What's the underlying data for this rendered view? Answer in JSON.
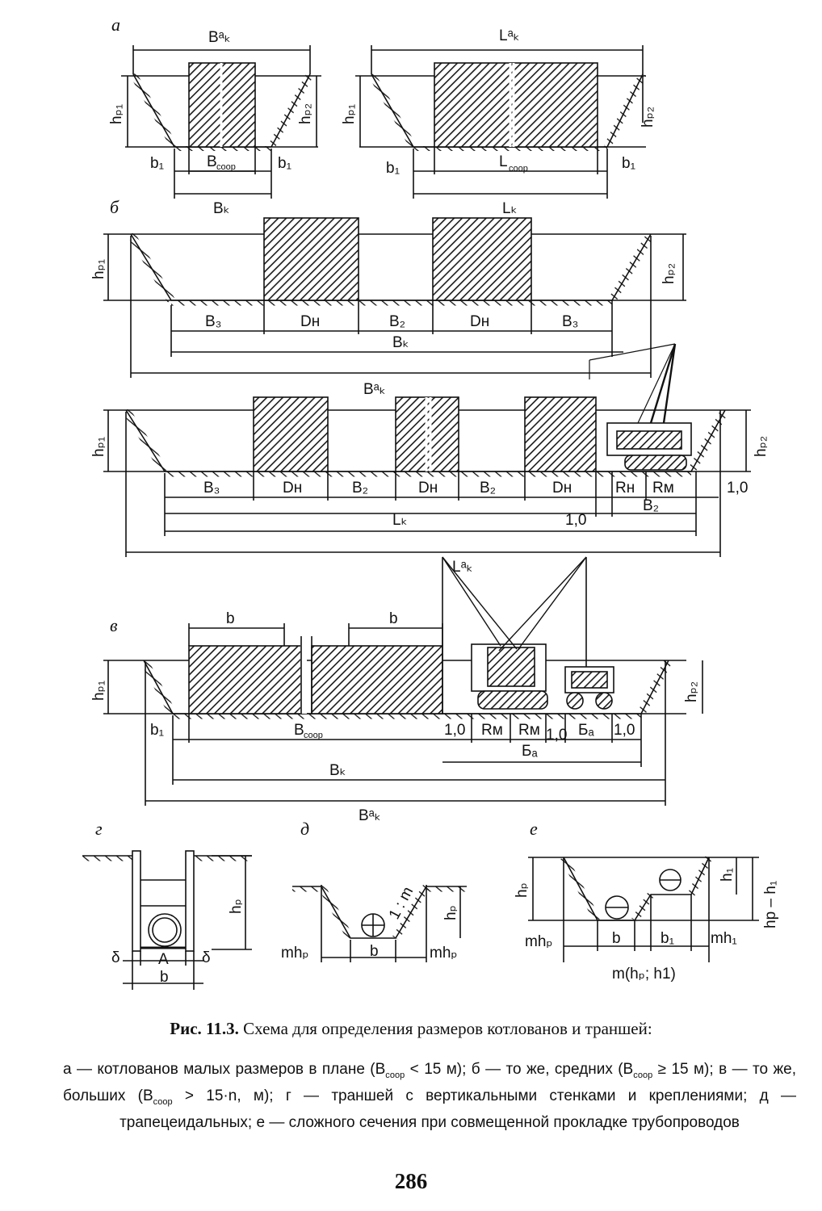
{
  "panels": {
    "a": "а",
    "b": "б",
    "v": "в",
    "g": "г",
    "d": "д",
    "e": "е"
  },
  "labels": {
    "Bk_star": "Bᵃₖ",
    "Lk_star": "Lᵃₖ",
    "Bk": "Bₖ",
    "Lk": "Lₖ",
    "B_coop": "B",
    "L_coop": "L",
    "coop": "coop",
    "hp1": "hₚ₁",
    "hp2": "hₚ₂",
    "hp": "hₚ",
    "b1": "b₁",
    "B3": "B₃",
    "B2": "B₂",
    "DH": "Dн",
    "RH": "Rн",
    "RM": "Rм",
    "one": "1,0",
    "b": "b",
    "Ba": "Бₐ",
    "A": "A",
    "delta": "δ",
    "slope": "1 : m",
    "mhp": "mhₚ",
    "h1": "h₁",
    "mh1": "mh₁",
    "hp_h1": "hp – h₁",
    "m_hp_h1": "m(hₚ; h1)"
  },
  "caption": {
    "fig_no": "Рис. 11.3.",
    "title": "Схема для определения размеров котлованов и траншей:",
    "body_1": "а — котлованов малых размеров в плане (B",
    "body_sub": "соор",
    "body_2": " < 15 м); б — то же, средних (B",
    "body_3": " ≥ 15 м); в — то же, больших (B",
    "body_4": " > 15·n, м); г — траншей с вертикальными стенками и креплениями; д — трапецеидальных; е — сложного сечения при совмещенной прокладке трубопроводов"
  },
  "page_number": "286",
  "colors": {
    "ink": "#111111",
    "hatch": "#1a1a1a",
    "paper": "#ffffff"
  }
}
